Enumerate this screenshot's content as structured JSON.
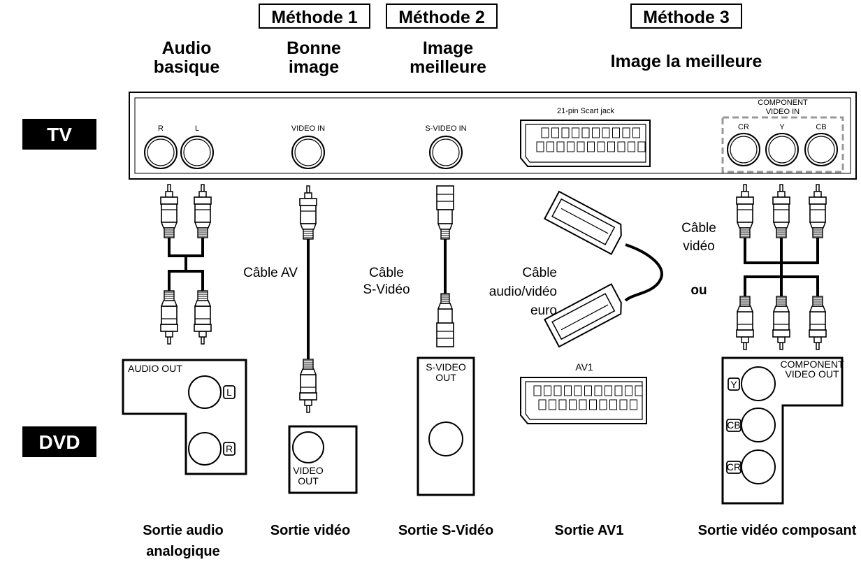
{
  "methods": {
    "m1": "Méthode 1",
    "m2": "Méthode 2",
    "m3": "Méthode 3"
  },
  "headings": {
    "audio_l1": "Audio",
    "audio_l2": "basique",
    "m1_l1": "Bonne",
    "m1_l2": "image",
    "m2_l1": "Image",
    "m2_l2": "meilleure",
    "m3": "Image la meilleure"
  },
  "badges": {
    "tv": "TV",
    "dvd": "DVD"
  },
  "tv_panel": {
    "r": "R",
    "l": "L",
    "video_in": "VIDEO IN",
    "svideo_in": "S-VIDEO IN",
    "scart": "21-pin Scart jack",
    "component_l1": "COMPONENT",
    "component_l2": "VIDEO IN",
    "cr": "CR",
    "y": "Y",
    "cb": "CB"
  },
  "cables": {
    "av": "Câble AV",
    "svideo_l1": "Câble",
    "svideo_l2": "S-Vidéo",
    "euro_l1": "Câble",
    "euro_l2": "audio/vidéo",
    "euro_l3": "euro",
    "video_l1": "Câble",
    "video_l2": "vidéo",
    "ou": "ou"
  },
  "dvd_panel": {
    "audio_out": "AUDIO OUT",
    "l": "L",
    "r": "R",
    "video_out_l1": "VIDEO",
    "video_out_l2": "OUT",
    "svideo_out_l1": "S-VIDEO",
    "svideo_out_l2": "OUT",
    "av1": "AV1",
    "component_l1": "COMPONENT",
    "component_l2": "VIDEO OUT",
    "y": "Y",
    "cb": "CB",
    "cr": "CR"
  },
  "outputs": {
    "audio_l1": "Sortie audio",
    "audio_l2": "analogique",
    "video": "Sortie vidéo",
    "svideo": "Sortie S-Vidéo",
    "av1": "Sortie AV1",
    "component": "Sortie vidéo composant"
  }
}
